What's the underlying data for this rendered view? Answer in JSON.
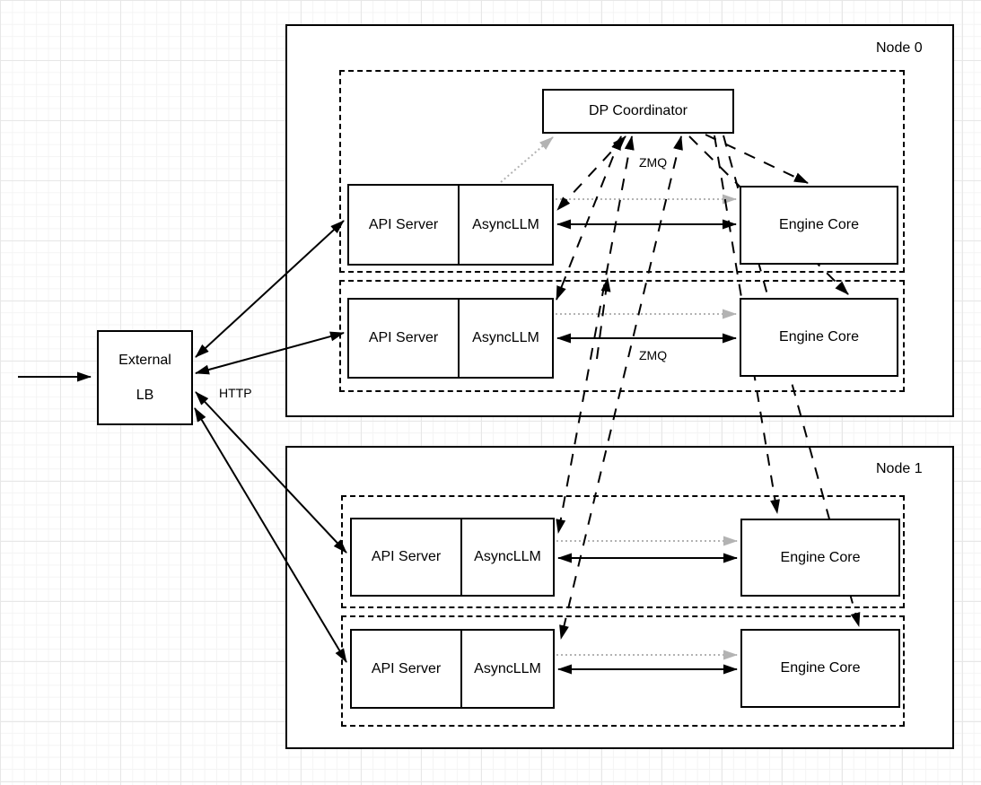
{
  "diagram": {
    "nodes": {
      "node0_title": "Node 0",
      "node1_title": "Node 1"
    },
    "external_lb": {
      "line1": "External",
      "line2": "LB"
    },
    "coordinator_label": "DP Coordinator",
    "edge_labels": {
      "http": "HTTP",
      "zmq_coordinator": "ZMQ",
      "zmq_row2": "ZMQ"
    },
    "node0": {
      "rows": [
        {
          "api": "API Server",
          "async": "AsyncLLM",
          "engine": "Engine Core"
        },
        {
          "api": "API Server",
          "async": "AsyncLLM",
          "engine": "Engine Core"
        }
      ]
    },
    "node1": {
      "rows": [
        {
          "api": "API Server",
          "async": "AsyncLLM",
          "engine": "Engine Core"
        },
        {
          "api": "API Server",
          "async": "AsyncLLM",
          "engine": "Engine Core"
        }
      ]
    },
    "colors": {
      "stroke": "#000000",
      "muted_arrow": "#b3b3b3",
      "background": "#ffffff"
    }
  }
}
